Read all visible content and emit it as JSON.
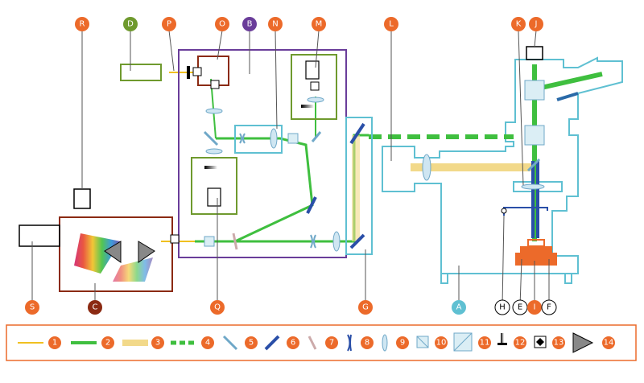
{
  "colors": {
    "orange": "#ec6a2a",
    "purple": "#6a3d9a",
    "olive": "#6f9a2e",
    "brown": "#8b2a12",
    "lightblue": "#5fc0d2",
    "green_beam": "#3fbf3f",
    "pale_beam": "#f2d98a",
    "yellow_beam": "#f0c020"
  },
  "callouts": {
    "R": "R",
    "D": "D",
    "P": "P",
    "O": "O",
    "B": "B",
    "N": "N",
    "M": "M",
    "L": "L",
    "K": "K",
    "J": "J",
    "S": "S",
    "C": "C",
    "Q": "Q",
    "G": "G",
    "A": "A",
    "H": "H",
    "E": "E",
    "I": "I",
    "F": "F"
  },
  "legend": {
    "items": [
      {
        "number": "1",
        "icon": "thin-yellow-beam"
      },
      {
        "number": "2",
        "icon": "green-beam"
      },
      {
        "number": "3",
        "icon": "pale-broad-beam"
      },
      {
        "number": "4",
        "icon": "dashed-green-beam"
      },
      {
        "number": "5",
        "icon": "mirror-light"
      },
      {
        "number": "6",
        "icon": "mirror-dark"
      },
      {
        "number": "7",
        "icon": "beam-splitter-plate"
      },
      {
        "number": "8",
        "icon": "concave-lens"
      },
      {
        "number": "9",
        "icon": "convex-lens"
      },
      {
        "number": "10",
        "icon": "small-cube-splitter"
      },
      {
        "number": "11",
        "icon": "large-cube-splitter"
      },
      {
        "number": "12",
        "icon": "shutter"
      },
      {
        "number": "13",
        "icon": "diamond-box"
      },
      {
        "number": "14",
        "icon": "prism"
      }
    ]
  }
}
